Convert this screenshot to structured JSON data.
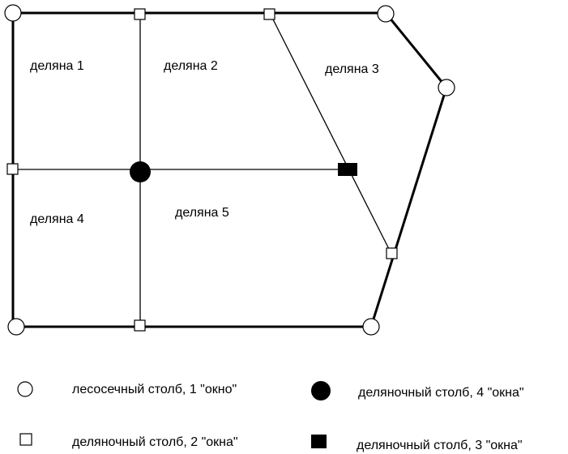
{
  "plots": [
    {
      "id": "1",
      "label": "деляна 1"
    },
    {
      "id": "2",
      "label": "деляна 2"
    },
    {
      "id": "3",
      "label": "деляна 3"
    },
    {
      "id": "4",
      "label": "деляна 4"
    },
    {
      "id": "5",
      "label": "деляна 5"
    }
  ],
  "legend": [
    {
      "symbol": "open-circle",
      "text": "лесосечный столб, 1 \"окно\""
    },
    {
      "symbol": "filled-circle",
      "text": "деляночный столб, 4 \"окна\""
    },
    {
      "symbol": "open-square",
      "text": "деляночный столб, 2 \"окна\""
    },
    {
      "symbol": "filled-square",
      "text": "деляночный столб, 3 \"окна\""
    }
  ],
  "colors": {
    "line": "#000000",
    "background": "#ffffff"
  }
}
